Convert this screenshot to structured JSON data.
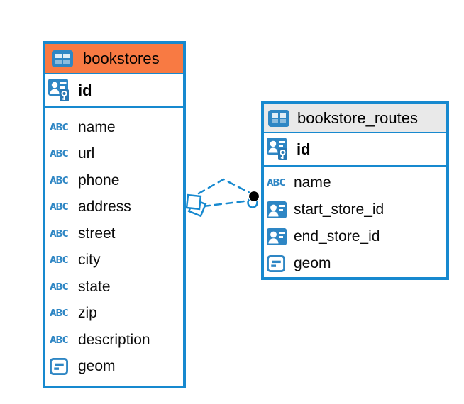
{
  "colors": {
    "accent_blue": "#1789cf",
    "icon_blue": "#2e86c4",
    "selected_header_orange": "#f87a43",
    "plain_header_gray": "#e9e9e9",
    "text": "#0b0b0b"
  },
  "icons": {
    "text_type_glyph": "ABC"
  },
  "tables": [
    {
      "name": "bookstores",
      "selected": true,
      "header_color": "#f87a43",
      "columns": [
        {
          "name": "id",
          "type": "primary-key"
        },
        {
          "name": "name",
          "type": "text"
        },
        {
          "name": "url",
          "type": "text"
        },
        {
          "name": "phone",
          "type": "text"
        },
        {
          "name": "address",
          "type": "text"
        },
        {
          "name": "street",
          "type": "text"
        },
        {
          "name": "city",
          "type": "text"
        },
        {
          "name": "state",
          "type": "text"
        },
        {
          "name": "zip",
          "type": "text"
        },
        {
          "name": "description",
          "type": "text"
        },
        {
          "name": "geom",
          "type": "geometry"
        }
      ]
    },
    {
      "name": "bookstore_routes",
      "selected": false,
      "header_color": "#e9e9e9",
      "columns": [
        {
          "name": "id",
          "type": "primary-key"
        },
        {
          "name": "name",
          "type": "text"
        },
        {
          "name": "start_store_id",
          "type": "foreign-key"
        },
        {
          "name": "end_store_id",
          "type": "foreign-key"
        },
        {
          "name": "geom",
          "type": "geometry"
        }
      ]
    }
  ],
  "relationships": [
    {
      "from_table": "bookstores",
      "from_column": "id",
      "to_table": "bookstore_routes",
      "to_column": "start_store_id",
      "line_style": "dashed"
    },
    {
      "from_table": "bookstores",
      "from_column": "id",
      "to_table": "bookstore_routes",
      "to_column": "end_store_id",
      "line_style": "dashed"
    }
  ]
}
